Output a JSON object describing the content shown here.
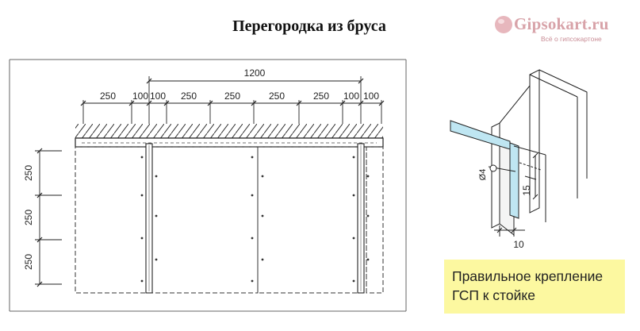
{
  "title": "Перегородка из бруса",
  "logo": {
    "name": "Gipsokart.ru",
    "tagline": "Всё о гипсокартоне"
  },
  "front_view": {
    "top_dims": [
      "250",
      "100",
      "100",
      "250",
      "250",
      "250",
      "250",
      "100",
      "100"
    ],
    "total_dim": "1200",
    "side_dims": [
      "250",
      "250",
      "250"
    ]
  },
  "detail_view": {
    "dims": {
      "hole": "Ø4",
      "height": "15",
      "width": "10"
    }
  },
  "caption": {
    "line1": "Правильное крепление",
    "line2": "ГСП к стойке"
  },
  "colors": {
    "caption_bg": "#fcf8a0",
    "panel_blue": "#bfe6f2",
    "logo": "#d8a3a9"
  }
}
